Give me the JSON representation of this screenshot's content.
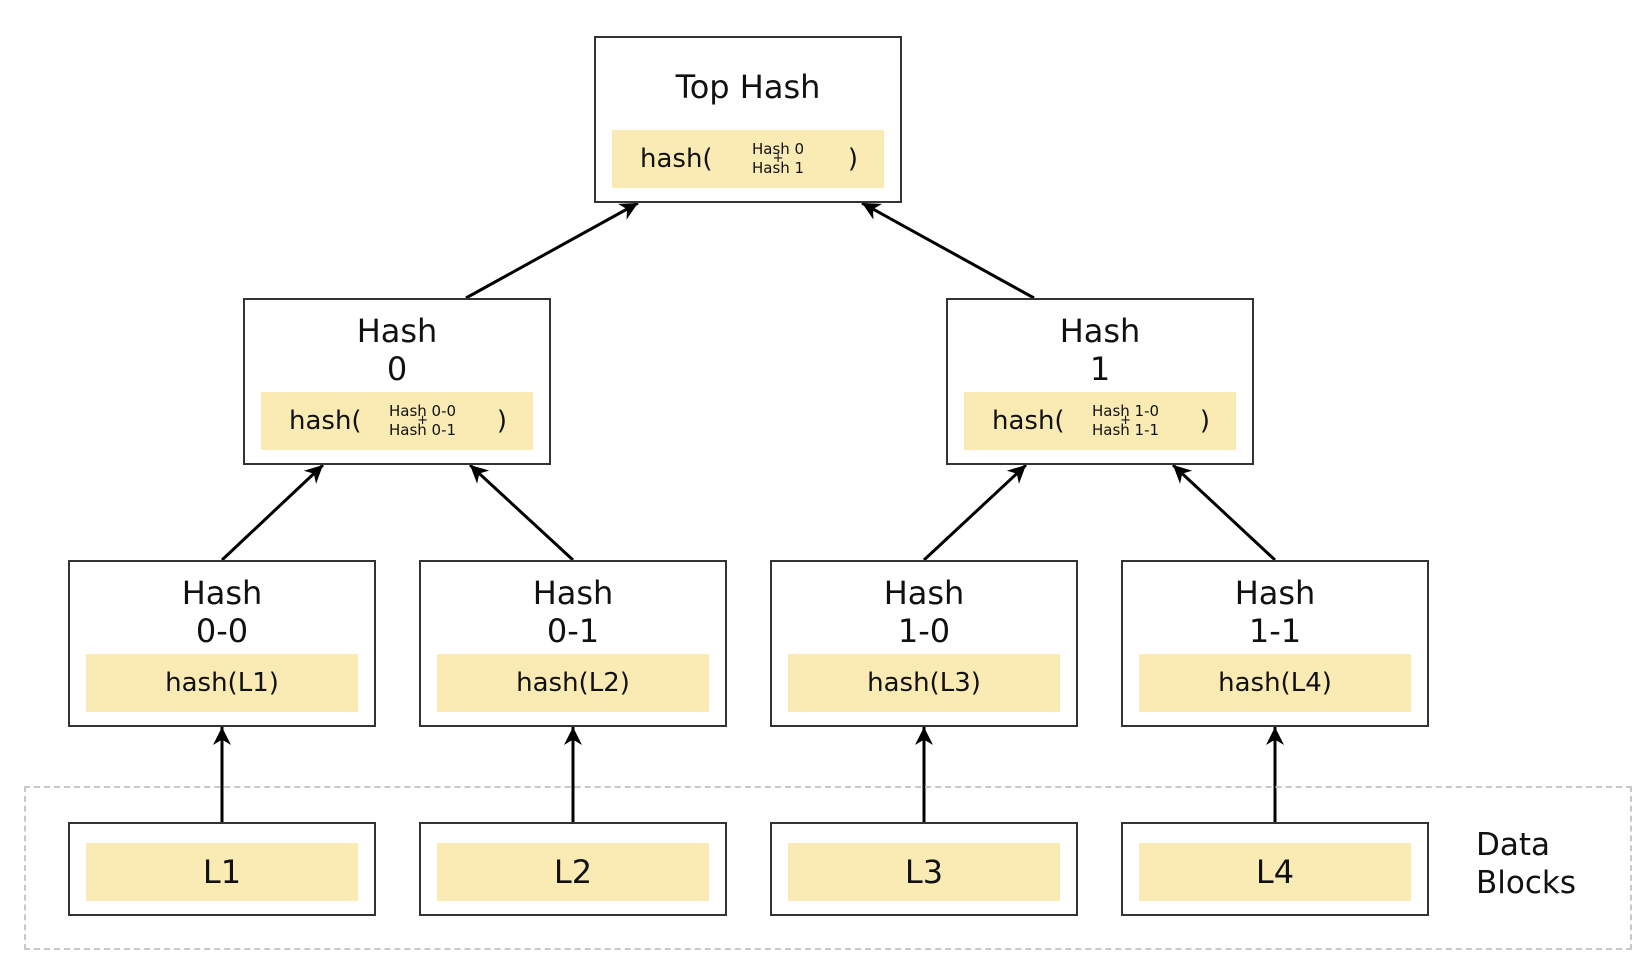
{
  "colors": {
    "formula_fill": "#f9ebb3",
    "border": "#333333",
    "dashed_border": "#c8c8c8",
    "arrow": "#000000"
  },
  "top": {
    "title": "Top Hash",
    "prefix": "hash(",
    "left_operand": "Hash 0",
    "plus": "+",
    "right_operand": "Hash 1",
    "suffix": ")"
  },
  "level1": [
    {
      "title": "Hash\n0",
      "prefix": "hash(",
      "left_operand": "Hash 0-0",
      "plus": "+",
      "right_operand": "Hash 0-1",
      "suffix": ")"
    },
    {
      "title": "Hash\n1",
      "prefix": "hash(",
      "left_operand": "Hash 1-0",
      "plus": "+",
      "right_operand": "Hash 1-1",
      "suffix": ")"
    }
  ],
  "leaf_hashes": [
    {
      "title": "Hash\n0-0",
      "formula": "hash(L1)"
    },
    {
      "title": "Hash\n0-1",
      "formula": "hash(L2)"
    },
    {
      "title": "Hash\n1-0",
      "formula": "hash(L3)"
    },
    {
      "title": "Hash\n1-1",
      "formula": "hash(L4)"
    }
  ],
  "data_blocks": {
    "label": "Data\nBlocks",
    "items": [
      "L1",
      "L2",
      "L3",
      "L4"
    ]
  },
  "edges": [
    {
      "from": "hash-0-0",
      "to": "hash-0"
    },
    {
      "from": "hash-0-1",
      "to": "hash-0"
    },
    {
      "from": "hash-1-0",
      "to": "hash-1"
    },
    {
      "from": "hash-1-1",
      "to": "hash-1"
    },
    {
      "from": "hash-0",
      "to": "top-hash"
    },
    {
      "from": "hash-1",
      "to": "top-hash"
    },
    {
      "from": "data-block-l1",
      "to": "hash-0-0"
    },
    {
      "from": "data-block-l2",
      "to": "hash-0-1"
    },
    {
      "from": "data-block-l3",
      "to": "hash-1-0"
    },
    {
      "from": "data-block-l4",
      "to": "hash-1-1"
    }
  ]
}
